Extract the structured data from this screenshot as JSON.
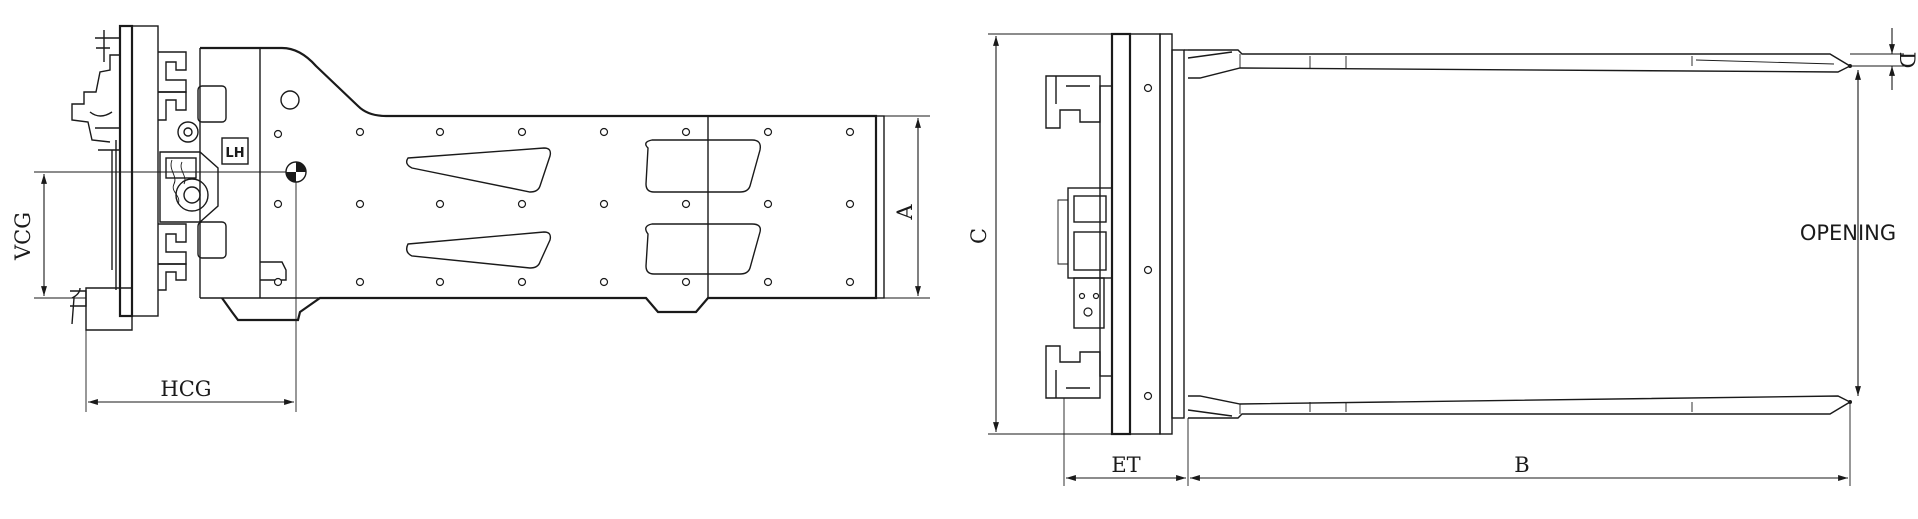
{
  "side_view": {
    "labels": {
      "vcg": "VCG",
      "hcg": "HCG",
      "a": "A"
    },
    "logo_text": "LH"
  },
  "top_view": {
    "labels": {
      "c": "C",
      "et": "ET",
      "b": "B",
      "d": "D",
      "opening": "OPENING"
    }
  }
}
